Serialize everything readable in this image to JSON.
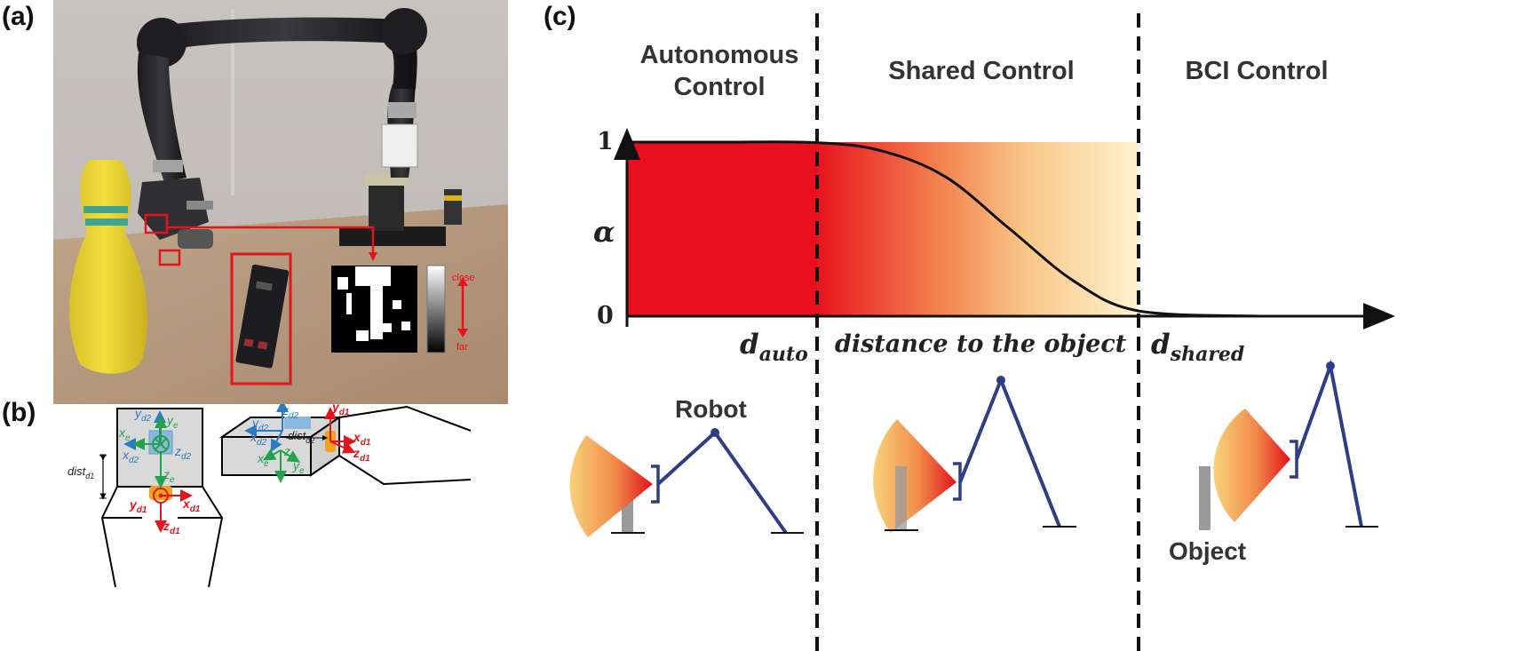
{
  "panel_a": {
    "label": "(a)",
    "depth_legend": {
      "top": "close",
      "bottom": "far"
    }
  },
  "panel_b": {
    "label": "(b)",
    "frame_labels": {
      "y_d2": "y",
      "y_d2_sub": "d2",
      "y_e": "y",
      "y_e_sub": "e",
      "x_e": "x",
      "x_e_sub": "e",
      "x_d2": "x",
      "x_d2_sub": "d2",
      "z_d2": "z",
      "z_d2_sub": "d2",
      "z_e": "z",
      "z_e_sub": "e",
      "y_d1": "y",
      "y_d1_sub": "d1",
      "x_d1": "x",
      "x_d1_sub": "d1",
      "z_d1": "z",
      "z_d1_sub": "d1",
      "dist_d1": "dist",
      "dist_d1_sub": "d1",
      "dist_d2": "dist",
      "dist_d2_sub": "d2"
    }
  },
  "panel_c": {
    "label": "(c)",
    "regions": [
      "Autonomous Control",
      "Shared Control",
      "BCI Control"
    ],
    "y_axis_symbol": "α",
    "y_ticks": [
      "1",
      "0"
    ],
    "x_labels": {
      "d_auto": "d",
      "d_auto_sub": "auto",
      "distance": "distance to the object",
      "d_shared": "d",
      "d_shared_sub": "shared"
    },
    "robot_label": "Robot",
    "object_label": "Object"
  },
  "chart_data": {
    "type": "line",
    "title": "",
    "xlabel": "distance to the object",
    "ylabel": "α",
    "ylim": [
      0,
      1
    ],
    "y_ticks": [
      0,
      1
    ],
    "x_markers": [
      "d_auto",
      "d_shared"
    ],
    "series": [
      {
        "x": [
          0,
          0.25,
          0.5,
          0.6,
          0.7,
          0.8,
          0.9,
          1.0,
          1.25,
          1.5
        ],
        "values": [
          1,
          1,
          0.997,
          0.95,
          0.8,
          0.5,
          0.2,
          0.03,
          0,
          0
        ]
      }
    ],
    "colors": {
      "autonomous": "#e8101e",
      "shared_end": "#fdf1c6",
      "curve": "#111111"
    }
  },
  "colors": {
    "red": "#e4141c",
    "green": "#22a24a",
    "blue": "#2a7bbf",
    "navy": "#2e3e86",
    "orange": "#f3a21c",
    "yellow_pin": "#ecd62d",
    "teal": "#3fa58f"
  }
}
